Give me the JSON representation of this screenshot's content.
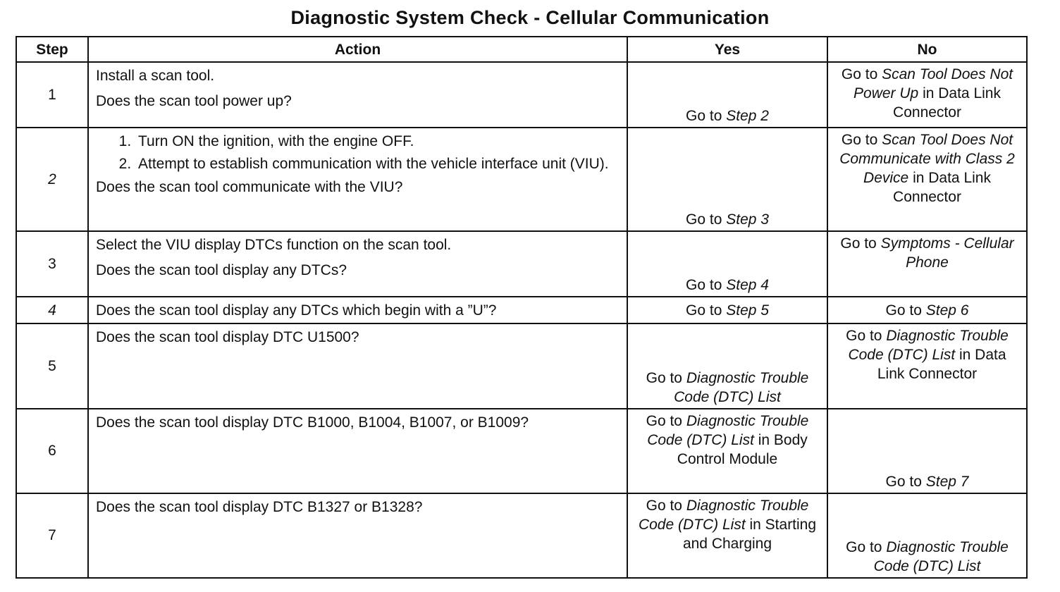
{
  "title": "Diagnostic System Check - Cellular Communication",
  "headers": {
    "step": "Step",
    "action": "Action",
    "yes": "Yes",
    "no": "No"
  },
  "rows": [
    {
      "step": "1",
      "action_lines": [
        "Install a scan tool.",
        "Does the scan tool power up?"
      ],
      "yes": {
        "prefix": "Go to ",
        "em": "Step 2",
        "suffix": ""
      },
      "no": {
        "prefix": "Go to ",
        "em": "Scan Tool Does Not Power Up",
        "suffix": " in Data Link Connector"
      }
    },
    {
      "step": "2",
      "action_list": [
        "Turn ON the ignition, with the engine OFF.",
        "Attempt to establish communication with the vehicle interface unit (VIU)."
      ],
      "action_question": "Does the scan tool communicate with the VIU?",
      "yes": {
        "prefix": "Go to ",
        "em": "Step 3",
        "suffix": ""
      },
      "no": {
        "prefix": "Go to ",
        "em": "Scan Tool Does Not Communicate with Class 2 Device",
        "suffix": " in Data Link Connector"
      }
    },
    {
      "step": "3",
      "action_lines": [
        "Select the VIU display DTCs function on the scan tool.",
        "Does the scan tool display any DTCs?"
      ],
      "yes": {
        "prefix": "Go to ",
        "em": "Step 4",
        "suffix": ""
      },
      "no": {
        "prefix": "Go to ",
        "em": "Symptoms - Cellular Phone",
        "suffix": ""
      }
    },
    {
      "step": "4",
      "action_lines": [
        "Does the scan tool display any DTCs which begin with a ”U”?"
      ],
      "yes": {
        "prefix": "Go to ",
        "em": "Step 5",
        "suffix": ""
      },
      "no": {
        "prefix": "Go to ",
        "em": "Step 6",
        "suffix": ""
      }
    },
    {
      "step": "5",
      "action_lines": [
        "Does the scan tool display DTC U1500?"
      ],
      "yes": {
        "prefix": "Go to ",
        "em": "Diagnostic Trouble Code (DTC) List",
        "suffix": ""
      },
      "no": {
        "prefix": "Go to ",
        "em": "Diagnostic Trouble Code (DTC) List",
        "suffix": " in Data Link Connector"
      }
    },
    {
      "step": "6",
      "action_lines": [
        "Does the scan tool display DTC B1000, B1004, B1007, or B1009?"
      ],
      "yes": {
        "prefix": "Go to ",
        "em": "Diagnostic Trouble Code (DTC) List",
        "suffix": " in Body Control Module"
      },
      "no": {
        "prefix": "Go to ",
        "em": "Step 7",
        "suffix": ""
      }
    },
    {
      "step": "7",
      "action_lines": [
        "Does the scan tool display DTC B1327 or B1328?"
      ],
      "yes": {
        "prefix": "Go to ",
        "em": "Diagnostic Trouble Code (DTC) List",
        "suffix": " in Starting and Charging"
      },
      "no": {
        "prefix": "Go to ",
        "em": "Diagnostic Trouble Code (DTC) List",
        "suffix": ""
      }
    }
  ]
}
